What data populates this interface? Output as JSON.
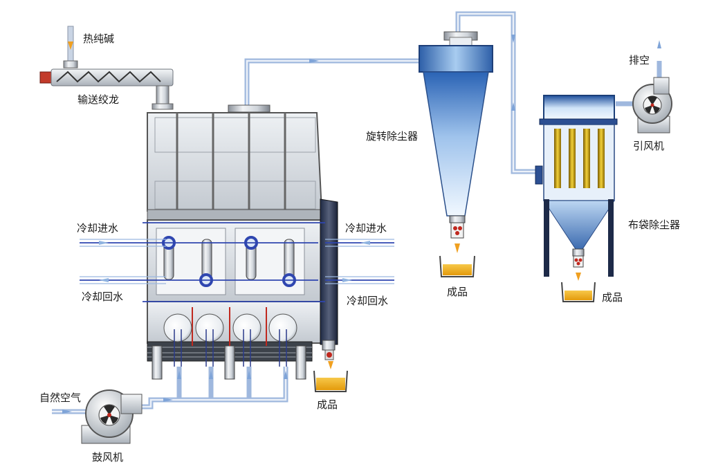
{
  "labels": {
    "soda_ash": "热纯碱",
    "screw_conveyor": "输送绞龙",
    "cooling_in_left": "冷却进水",
    "cooling_out_left": "冷却回水",
    "cooling_in_right": "冷却进水",
    "cooling_out_right": "冷却回水",
    "cyclone": "旋转除尘器",
    "bag_filter": "布袋除尘器",
    "induced_fan": "引风机",
    "exhaust": "排空",
    "product_dryer": "成品",
    "product_cyclone": "成品",
    "product_bag": "成品",
    "natural_air": "自然空气",
    "blower": "鼓风机"
  },
  "colors": {
    "pipe": "#9ab4dc",
    "steel_dark": "#4a4f57",
    "steel_light": "#e6eaee",
    "water_arrow": "#8fb3e0",
    "cooling_line": "#2f46b0",
    "cyclone_top": "#1f5bb0",
    "cyclone_bottom": "#eef6ff",
    "product": "#f2b21a",
    "hopper_valve": "#c0281e"
  },
  "icons": [
    "screw-conveyor-icon",
    "blower-fan-icon",
    "induced-fan-icon",
    "cyclone-separator-icon",
    "bag-filter-icon",
    "product-bucket-icon",
    "cooling-jacket-icon"
  ]
}
